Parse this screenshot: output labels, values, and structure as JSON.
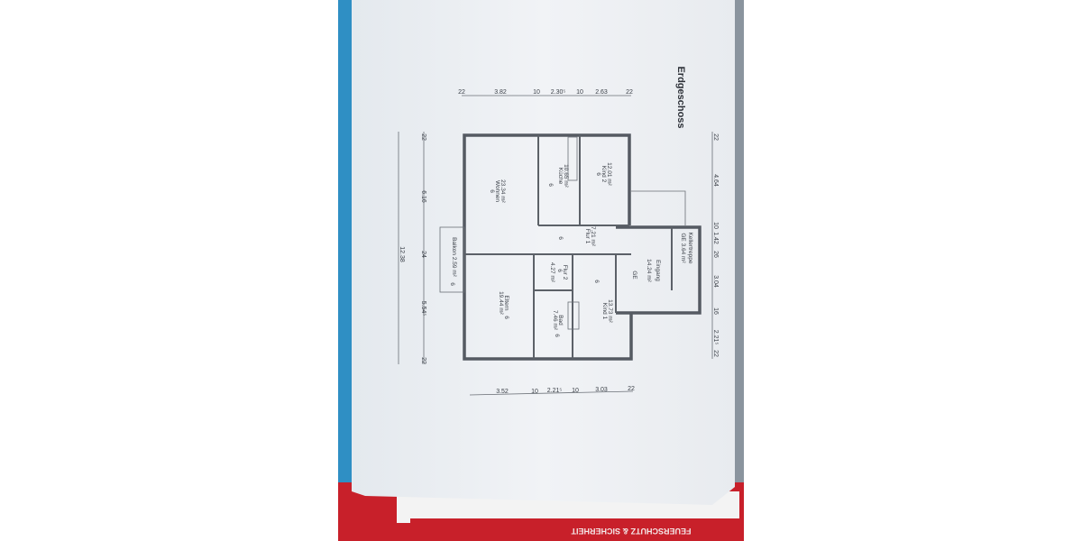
{
  "plan": {
    "title": "Erdgeschoss",
    "rooms": {
      "wohnen": {
        "name": "Wohnen",
        "area": "23.34 m²",
        "mark": "6"
      },
      "kueche": {
        "name": "Küche",
        "area": "10.65 m²",
        "mark": "6"
      },
      "kind2": {
        "name": "Kind 2",
        "area": "12.01 m²",
        "mark": "6"
      },
      "flur1": {
        "name": "Flur 1",
        "area": "7.21 m²",
        "mark": "6"
      },
      "balkon": {
        "name": "Balkon 2.59 m²",
        "mark": "6"
      },
      "flur2": {
        "name": "Flur 2",
        "area": "4.27 m²",
        "mark": "6"
      },
      "eltern": {
        "name": "Eltern",
        "area": "19.44 m²",
        "mark": "6"
      },
      "bad": {
        "name": "Bad",
        "area": "7.46 m²",
        "mark": "6"
      },
      "kind1": {
        "name": "Kind 1",
        "area": "13.73 m²",
        "mark": "6"
      },
      "eingang": {
        "name": "Eingang",
        "area": "14.24 m²",
        "mark": "GE"
      },
      "kellertreppe": {
        "name": "Kellertreppe",
        "area": "GE 3.64 m²"
      }
    },
    "dims_top": [
      "22",
      "3.82",
      "10",
      "2.30⁵",
      "10",
      "2.63",
      "22"
    ],
    "dims_bottom": [
      "3.52",
      "10",
      "2.21⁵",
      "10",
      "3.03",
      "22"
    ],
    "dims_left_outer": [
      "12.38"
    ],
    "dims_left_inner": [
      "22",
      "6.16",
      "24",
      "5.54⁵",
      "22"
    ],
    "dims_right": [
      "22",
      "4.64",
      "10",
      "1.42",
      "26",
      "3.04",
      "16",
      "2.21⁵",
      "22"
    ]
  },
  "background_box": {
    "text": "FEUERSCHUTZ & SICHERHEIT",
    "color": "#c8202a"
  },
  "colors": {
    "paper": "#eef1f4",
    "fabric": "#2f8fc4",
    "box": "#c8202a"
  }
}
